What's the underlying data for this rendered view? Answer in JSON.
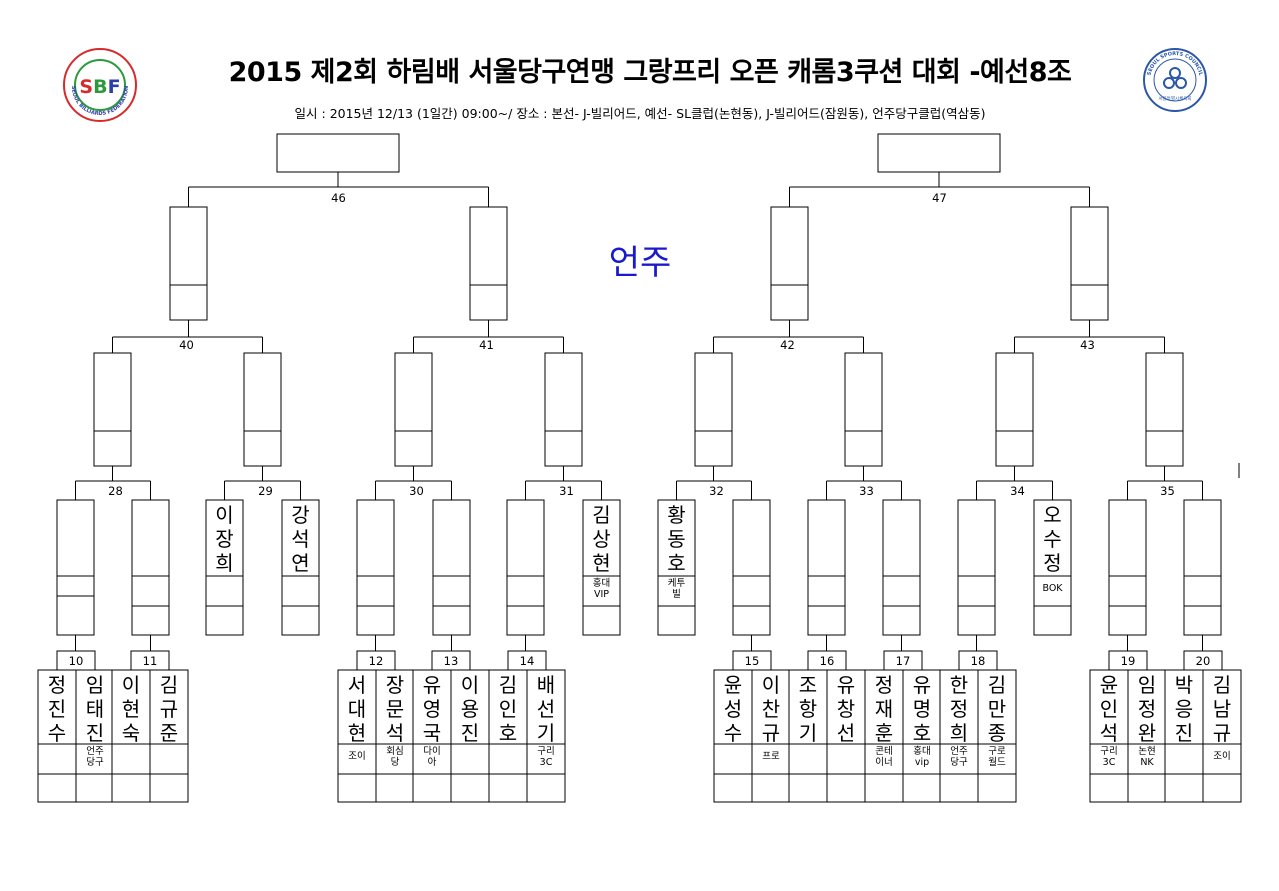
{
  "header": {
    "title": "2015 제2회 하림배 서울당구연맹 그랑프리 오픈 캐롬3쿠션 대회 -예선8조",
    "subtitle": "일시 : 2015년 12/13 (1일간) 09:00~/ 장소 : 본선- J-빌리어드, 예선- SL클럽(논현동), J-빌리어드(잠원동), 언주당구클럽(역삼동)"
  },
  "logos": {
    "left": {
      "letters": "SBF",
      "ring_text": "SEOUL BILLIARDS FEDERATION",
      "colors": {
        "red": "#d62b2b",
        "green": "#2c9a3a",
        "blue": "#2b3fa8"
      }
    },
    "right": {
      "ring_text": "SEOUL SPORTS COUNCIL",
      "caption": "서울특별시체육회",
      "color": "#2b57a8"
    }
  },
  "venue_label": "언주",
  "match_numbers": {
    "final": [
      "46",
      "47"
    ],
    "semi": [
      "40",
      "41",
      "42",
      "43"
    ],
    "quarter": [
      "28",
      "29",
      "30",
      "31",
      "32",
      "33",
      "34",
      "35"
    ],
    "first": [
      "10",
      "11",
      "12",
      "13",
      "14",
      "15",
      "16",
      "17",
      "18",
      "19",
      "20"
    ]
  },
  "second_round_players": [
    {
      "name": "",
      "club": ""
    },
    {
      "name": "",
      "club": ""
    },
    {
      "name": "이장희",
      "club": ""
    },
    {
      "name": "강석연",
      "club": ""
    },
    {
      "name": "",
      "club": ""
    },
    {
      "name": "",
      "club": ""
    },
    {
      "name": "",
      "club": ""
    },
    {
      "name": "김상현",
      "club": "홍대VIP"
    },
    {
      "name": "황동호",
      "club": "케투빌"
    },
    {
      "name": "",
      "club": ""
    },
    {
      "name": "",
      "club": ""
    },
    {
      "name": "",
      "club": ""
    },
    {
      "name": "",
      "club": ""
    },
    {
      "name": "오수정",
      "club": "BOK"
    },
    {
      "name": "",
      "club": ""
    },
    {
      "name": "",
      "club": ""
    }
  ],
  "first_round_players": [
    {
      "name": "정진수",
      "club": ""
    },
    {
      "name": "임태진",
      "club": "언주당구"
    },
    {
      "name": "이현숙",
      "club": ""
    },
    {
      "name": "김규준",
      "club": ""
    },
    {
      "name": "서대현",
      "club": "조이"
    },
    {
      "name": "장문석",
      "club": "회심당"
    },
    {
      "name": "유영국",
      "club": "다이아"
    },
    {
      "name": "이용진",
      "club": ""
    },
    {
      "name": "김인호",
      "club": ""
    },
    {
      "name": "배선기",
      "club": "구리3C"
    },
    {
      "name": "윤성수",
      "club": ""
    },
    {
      "name": "이찬규",
      "club": "프로"
    },
    {
      "name": "조항기",
      "club": ""
    },
    {
      "name": "유창선",
      "club": ""
    },
    {
      "name": "정재훈",
      "club": "콘테이너"
    },
    {
      "name": "유명호",
      "club": "홍대vip"
    },
    {
      "name": "한정희",
      "club": "언주당구"
    },
    {
      "name": "김만종",
      "club": "구로월드"
    },
    {
      "name": "윤인석",
      "club": "구리3C"
    },
    {
      "name": "임정완",
      "club": "논현NK"
    },
    {
      "name": "박응진",
      "club": ""
    },
    {
      "name": "김남규",
      "club": "조이"
    }
  ]
}
